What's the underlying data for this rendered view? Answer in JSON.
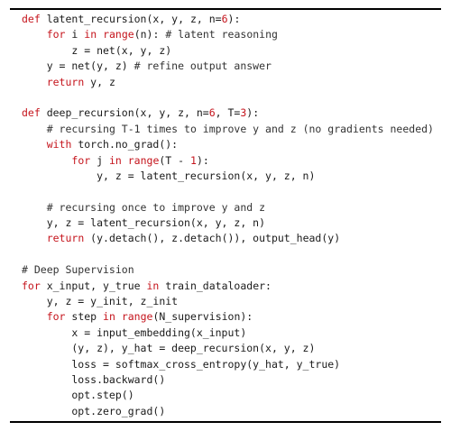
{
  "lines": [
    [
      {
        "t": "def",
        "c": "kw"
      },
      {
        "t": " latent_recursion(x, y, z, n="
      },
      {
        "t": "6",
        "c": "num"
      },
      {
        "t": "):"
      }
    ],
    [
      {
        "t": "    "
      },
      {
        "t": "for",
        "c": "kw"
      },
      {
        "t": " i "
      },
      {
        "t": "in",
        "c": "kw"
      },
      {
        "t": " "
      },
      {
        "t": "range",
        "c": "bi"
      },
      {
        "t": "(n): "
      },
      {
        "t": "# latent reasoning",
        "c": "cm"
      }
    ],
    [
      {
        "t": "        z = net(x, y, z)"
      }
    ],
    [
      {
        "t": "    y = net(y, z) "
      },
      {
        "t": "# refine output answer",
        "c": "cm"
      }
    ],
    [
      {
        "t": "    "
      },
      {
        "t": "return",
        "c": "kw"
      },
      {
        "t": " y, z"
      }
    ],
    [],
    [
      {
        "t": "def",
        "c": "kw"
      },
      {
        "t": " deep_recursion(x, y, z, n="
      },
      {
        "t": "6",
        "c": "num"
      },
      {
        "t": ", T="
      },
      {
        "t": "3",
        "c": "num"
      },
      {
        "t": "):"
      }
    ],
    [
      {
        "t": "    "
      },
      {
        "t": "# recursing T-1 times to improve y and z (no gradients needed)",
        "c": "cm"
      }
    ],
    [
      {
        "t": "    "
      },
      {
        "t": "with",
        "c": "kw"
      },
      {
        "t": " torch.no_grad():"
      }
    ],
    [
      {
        "t": "        "
      },
      {
        "t": "for",
        "c": "kw"
      },
      {
        "t": " j "
      },
      {
        "t": "in",
        "c": "kw"
      },
      {
        "t": " "
      },
      {
        "t": "range",
        "c": "bi"
      },
      {
        "t": "(T - "
      },
      {
        "t": "1",
        "c": "num"
      },
      {
        "t": "):"
      }
    ],
    [
      {
        "t": "            y, z = latent_recursion(x, y, z, n)"
      }
    ],
    [],
    [
      {
        "t": "    "
      },
      {
        "t": "# recursing once to improve y and z",
        "c": "cm"
      }
    ],
    [
      {
        "t": "    y, z = latent_recursion(x, y, z, n)"
      }
    ],
    [
      {
        "t": "    "
      },
      {
        "t": "return",
        "c": "kw"
      },
      {
        "t": " (y.detach(), z.detach()), output_head(y)"
      }
    ],
    [],
    [
      {
        "t": "# Deep Supervision",
        "c": "cm"
      }
    ],
    [
      {
        "t": "for",
        "c": "kw"
      },
      {
        "t": " x_input, y_true "
      },
      {
        "t": "in",
        "c": "kw"
      },
      {
        "t": " train_dataloader:"
      }
    ],
    [
      {
        "t": "    y, z = y_init, z_init"
      }
    ],
    [
      {
        "t": "    "
      },
      {
        "t": "for",
        "c": "kw"
      },
      {
        "t": " step "
      },
      {
        "t": "in",
        "c": "kw"
      },
      {
        "t": " "
      },
      {
        "t": "range",
        "c": "bi"
      },
      {
        "t": "(N_supervision):"
      }
    ],
    [
      {
        "t": "        x = input_embedding(x_input)"
      }
    ],
    [
      {
        "t": "        (y, z), y_hat = deep_recursion(x, y, z)"
      }
    ],
    [
      {
        "t": "        loss = softmax_cross_entropy(y_hat, y_true)"
      }
    ],
    [
      {
        "t": "        loss.backward()"
      }
    ],
    [
      {
        "t": "        opt.step()"
      }
    ],
    [
      {
        "t": "        opt.zero_grad()"
      }
    ]
  ]
}
